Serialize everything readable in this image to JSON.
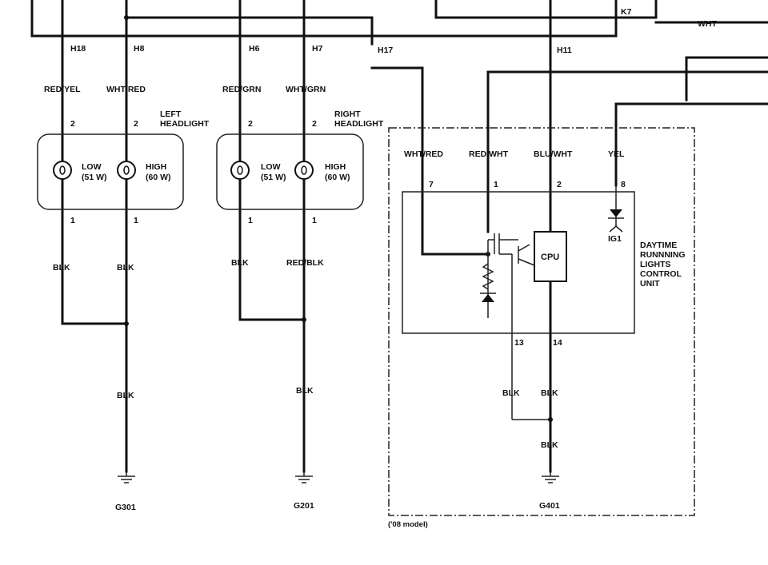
{
  "connectors": {
    "h18": "H18",
    "h8": "H8",
    "h6": "H6",
    "h7": "H7",
    "h17": "H17",
    "h11": "H11",
    "k7": "K7"
  },
  "wires": {
    "red_yel": "RED/YEL",
    "wht_red_l": "WHT/RED",
    "red_grn": "RED/GRN",
    "wht_grn": "WHT/GRN",
    "wht_top": "WHT",
    "blk_1": "BLK",
    "blk_2": "BLK",
    "blk_3": "BLK",
    "red_blk": "RED/BLK",
    "blk_4": "BLK",
    "wht_red_u": "WHT/RED",
    "red_wht": "RED/WHT",
    "blu_wht": "BLU/WHT",
    "yel": "YEL",
    "blk_13": "BLK",
    "blk_14": "BLK",
    "blk_g401": "BLK"
  },
  "pins": {
    "lh_low_in": "2",
    "lh_high_in": "2",
    "lh_low_out": "1",
    "lh_high_out": "1",
    "rh_low_in": "2",
    "rh_high_in": "2",
    "rh_low_out": "1",
    "rh_high_out": "1",
    "u7": "7",
    "u1": "1",
    "u2": "2",
    "u8": "8",
    "u13": "13",
    "u14": "14"
  },
  "left_headlight": {
    "title_1": "LEFT",
    "title_2": "HEADLIGHT",
    "low_label": "LOW",
    "low_watts": "(51 W)",
    "high_label": "HIGH",
    "high_watts": "(60 W)"
  },
  "right_headlight": {
    "title_1": "RIGHT",
    "title_2": "HEADLIGHT",
    "low_label": "LOW",
    "low_watts": "(51 W)",
    "high_label": "HIGH",
    "high_watts": "(60 W)"
  },
  "drl_unit": {
    "line_1": "DAYTIME",
    "line_2": "RUNNNING",
    "line_3": "LIGHTS",
    "line_4": "CONTROL",
    "line_5": "UNIT",
    "cpu": "CPU",
    "ig1": "IG1",
    "model_note": "('08 model)"
  },
  "grounds": {
    "g301": "G301",
    "g201": "G201",
    "g401": "G401"
  }
}
